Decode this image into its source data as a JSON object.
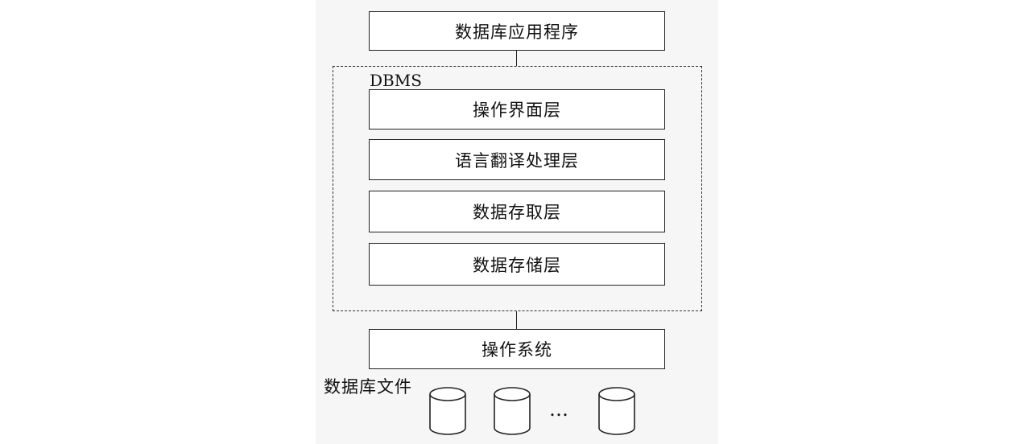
{
  "diagram": {
    "application": {
      "label": "数据库应用程序"
    },
    "dbms": {
      "label": "DBMS",
      "layers": [
        {
          "label": "操作界面层"
        },
        {
          "label": "语言翻译处理层"
        },
        {
          "label": "数据存取层"
        },
        {
          "label": "数据存储层"
        }
      ]
    },
    "os": {
      "label": "操作系统"
    },
    "files": {
      "label": "数据库文件",
      "ellipsis": "…",
      "cylinder_count": 3
    }
  }
}
